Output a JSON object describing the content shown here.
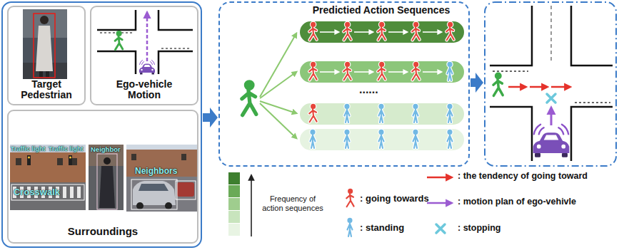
{
  "diagram": {
    "nodes": [
      {
        "text": []
      },
      {
        "text": [
          "Target Pedestrian"
        ],
        "in": 0
      },
      {
        "text": [
          "Ego-vehicle Motion"
        ],
        "in": 0
      },
      {
        "text": [
          "Surroundings"
        ],
        "in": 0
      },
      {
        "text": [
          "Predictied Action Sequences"
        ]
      },
      {
        "text": []
      }
    ],
    "edges": [
      {
        "from": 0,
        "to": 4,
        "arrow": "to"
      },
      {
        "from": 4,
        "to": 5,
        "arrow": "to"
      }
    ],
    "labels": [
      "Traffic light",
      "Traffic light",
      "Neighbor",
      "Crosswalk",
      "Neighbors",
      "......"
    ],
    "legend": [
      {
        "text": "Frequency of action sequences"
      },
      {
        "text": ": going towards"
      },
      {
        "text": ": standing"
      },
      {
        "text": ": the tendency of going toward"
      },
      {
        "text": ": motion plan of ego-vehivle"
      },
      {
        "text": ": stopping"
      }
    ]
  }
}
